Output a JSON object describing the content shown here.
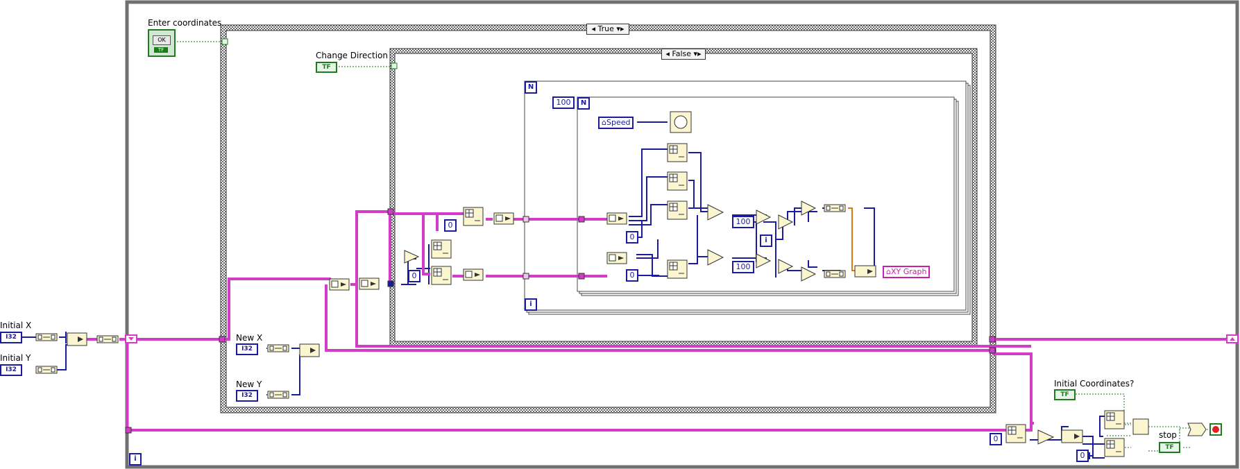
{
  "case_structures": {
    "outer_selector": "True",
    "inner_selector": "False"
  },
  "labels": {
    "enter_coordinates": "Enter coordinates",
    "change_direction": "Change Direction",
    "initial_x": "Initial X",
    "initial_y": "Initial Y",
    "new_x": "New X",
    "new_y": "New Y",
    "initial_coordinates": "Initial Coordinates?",
    "stop": "stop"
  },
  "terminals": {
    "numeric_type": "I32",
    "bool_type": "TF",
    "ok_button": "OK",
    "loop_count": "N",
    "loop_iteration": "i"
  },
  "constants": {
    "hundred_a": "100",
    "hundred_b": "100",
    "hundred_c": "100",
    "zero_a": "0",
    "zero_b": "0",
    "zero_c": "0",
    "zero_d": "0",
    "zero_e": "0",
    "zero_f": "0"
  },
  "locals": {
    "speed": "Speed",
    "xy_graph": "XY Graph"
  },
  "colors": {
    "cluster_wire": "#d23cc8",
    "numeric_wire": "#1b1b9e",
    "bool_wire": "#1e7a1e",
    "orange_wire": "#d97b10",
    "structure_frame": "#555555"
  }
}
